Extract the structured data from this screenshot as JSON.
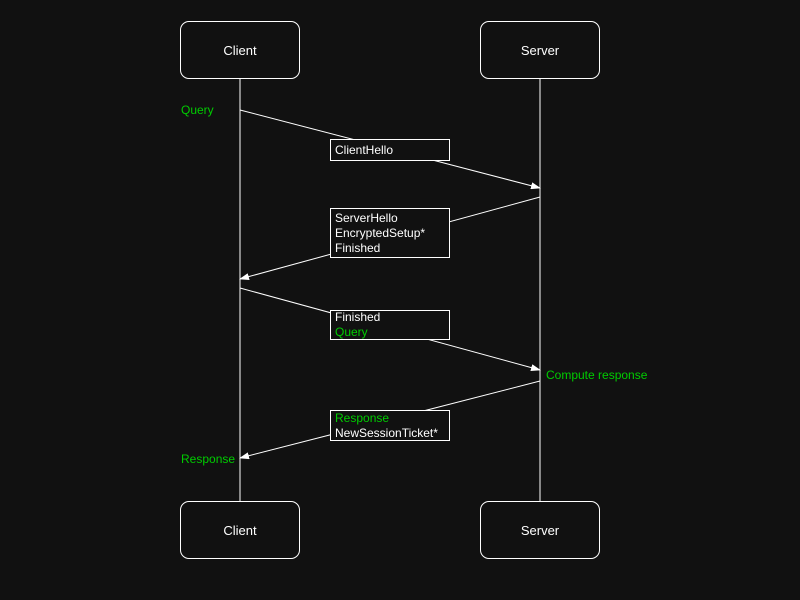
{
  "diagram": {
    "type": "sequence-diagram",
    "colors": {
      "background": "#111111",
      "line": "#ffffff",
      "text": "#ffffff",
      "accent_green": "#00cc00"
    },
    "actors": {
      "client_top": "Client",
      "server_top": "Server",
      "client_bottom": "Client",
      "server_bottom": "Server"
    },
    "annotations": {
      "query": "Query",
      "compute_response": "Compute response",
      "response": "Response"
    },
    "messages": {
      "client_hello": {
        "direction": "client-to-server",
        "lines": [
          {
            "text": "ClientHello",
            "color": "white"
          }
        ]
      },
      "server_hello": {
        "direction": "server-to-client",
        "lines": [
          {
            "text": "ServerHello",
            "color": "white"
          },
          {
            "text": "EncryptedSetup*",
            "color": "white"
          },
          {
            "text": "Finished",
            "color": "white"
          }
        ]
      },
      "finished_query": {
        "direction": "client-to-server",
        "lines": [
          {
            "text": "Finished",
            "color": "white"
          },
          {
            "text": "Query",
            "color": "green"
          }
        ]
      },
      "response_ticket": {
        "direction": "server-to-client",
        "lines": [
          {
            "text": "Response",
            "color": "green"
          },
          {
            "text": "NewSessionTicket*",
            "color": "white"
          }
        ]
      }
    }
  }
}
